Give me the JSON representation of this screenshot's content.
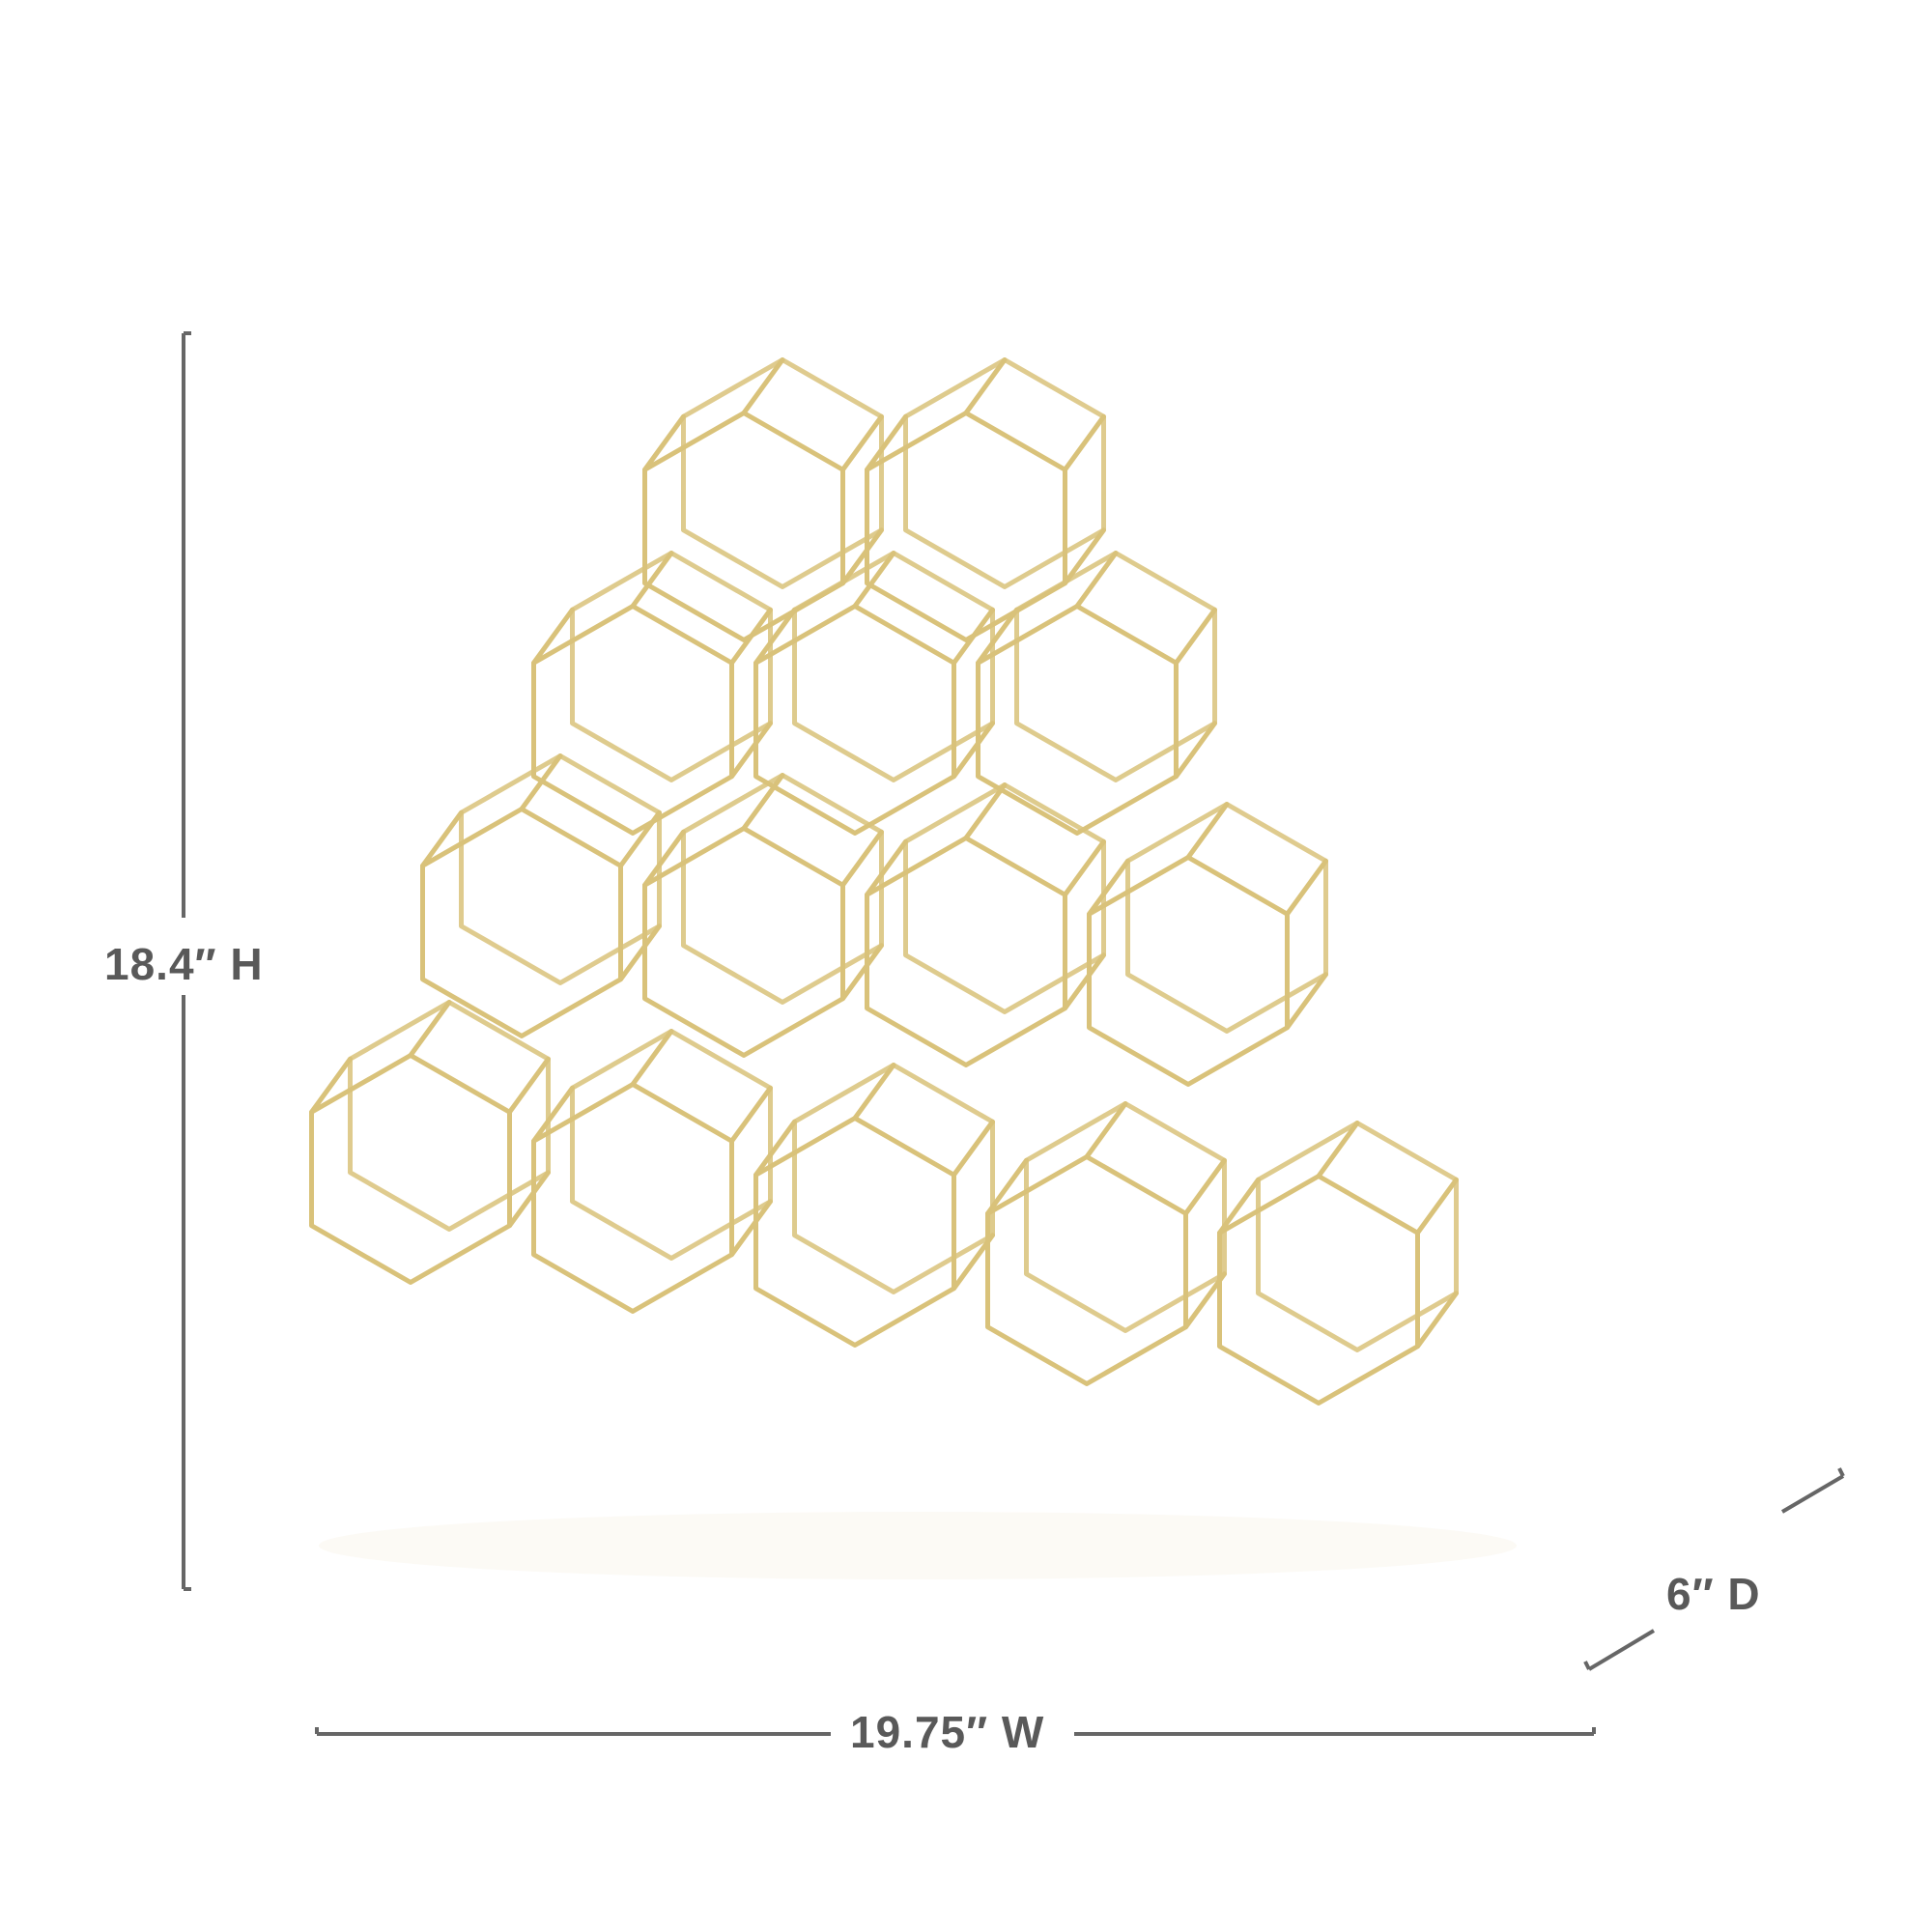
{
  "product": {
    "material_color": "#d9c27a",
    "reflection_color": "#efe4c2"
  },
  "dimensions": {
    "height_label": "18.4″ H",
    "width_label": "19.75″ W",
    "depth_label": "6″ D",
    "line_color": "#666666",
    "text_color": "#595959"
  }
}
